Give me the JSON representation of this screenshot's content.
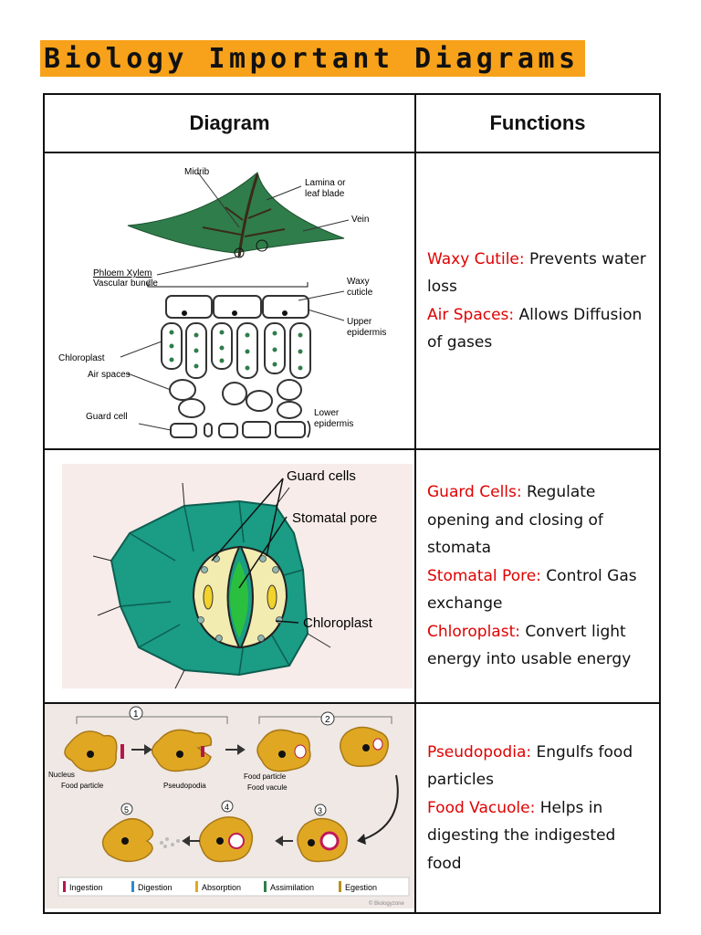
{
  "page": {
    "title": "Biology Important Diagrams"
  },
  "table": {
    "headers": {
      "diagram": "Diagram",
      "functions": "Functions"
    },
    "rows": [
      {
        "diagram_labels": {
          "midrib": "Midrib",
          "lamina": "Lamina or",
          "lamina2": "leaf blade",
          "vein": "Vein",
          "phloem_xylem": "Phloem Xylem",
          "vascular": "Vascular bundle",
          "waxy": "Waxy",
          "cuticle": "cuticle",
          "upper": "Upper",
          "epidermis": "epidermis",
          "chloroplast": "Chloroplast",
          "air_spaces": "Air spaces",
          "guard_cell": "Guard cell",
          "lower": "Lower",
          "lower_epidermis": "epidermis"
        },
        "functions": [
          {
            "term": "Waxy Cutile:",
            "desc": " Prevents water loss"
          },
          {
            "term": "Air Spaces:",
            "desc": " Allows Diffusion of gases"
          }
        ]
      },
      {
        "diagram_labels": {
          "guard_cells": "Guard cells",
          "stomatal_pore": "Stomatal pore",
          "chloroplast": "Chloroplast"
        },
        "functions": [
          {
            "term": "Guard Cells:",
            "desc": " Regulate opening and closing of stomata"
          },
          {
            "term": "Stomatal Pore:",
            "desc": " Control Gas exchange"
          },
          {
            "term": "Chloroplast:",
            "desc": " Convert light energy into usable energy"
          }
        ]
      },
      {
        "diagram_labels": {
          "n1": "1",
          "n2": "2",
          "n3": "3",
          "n4": "4",
          "n5": "5",
          "nucleus": "Nucleus",
          "food_particle": "Food particle",
          "pseudopodia": "Pseudopodia",
          "food_particle2": "Food particle",
          "food_vacuole": "Food vacule",
          "legend": [
            "Ingestion",
            "Digestion",
            "Absorption",
            "Assimilation",
            "Egestion"
          ],
          "credit": "© Biologyzone"
        },
        "functions": [
          {
            "term": "Pseudopodia:",
            "desc": " Engulfs food particles"
          },
          {
            "term": "Food Vacuole:",
            "desc": " Helps in digesting the indigested food"
          }
        ]
      }
    ]
  },
  "colors": {
    "accent": "#f7a21a",
    "term": "#e00000",
    "leaf": "#2f7d4a",
    "stoma": "#1a9c85",
    "amoeba": "#e0a822"
  }
}
